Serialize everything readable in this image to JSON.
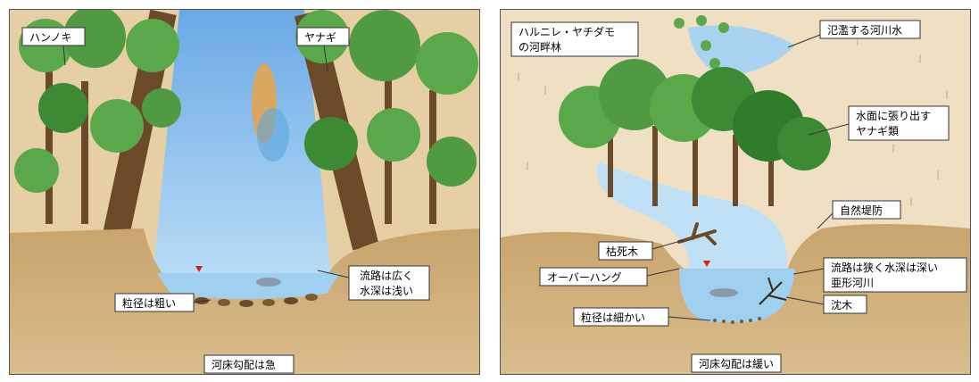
{
  "left_panel": {
    "labels": {
      "alder": "ハンノキ",
      "willow": "ヤナギ",
      "channel_wide_shallow": [
        "流路は広く",
        "水深は浅い"
      ],
      "grain_coarse": "粒径は粗い",
      "bed_slope_steep": "河床勾配は急"
    }
  },
  "right_panel": {
    "labels": {
      "forest": [
        "ハルニレ・ヤチダモ",
        "の河畔林"
      ],
      "flood_water": "氾濫する河川水",
      "overhanging_willow": [
        "水面に張り出す",
        "ヤナギ類"
      ],
      "natural_levee": "自然堤防",
      "dead_wood": "枯死木",
      "overhang": "オーバーハング",
      "channel_narrow_deep": [
        "流路は狭く水深は深い",
        "亜形河川"
      ],
      "sunken_wood": "沈木",
      "grain_fine": "粒径は細かい",
      "bed_slope_gentle": "河床勾配は緩い"
    }
  },
  "colors": {
    "soil": "#c9a46c",
    "soil_dark": "#a8824f",
    "bank": "#dcc39a",
    "water": "#a9d3f0",
    "sky_water": "#7fb8ea",
    "tree_green": "#5aa84a",
    "tree_dark": "#3d8a35",
    "trunk": "#6b4a2a",
    "field": "#efe0c4"
  }
}
